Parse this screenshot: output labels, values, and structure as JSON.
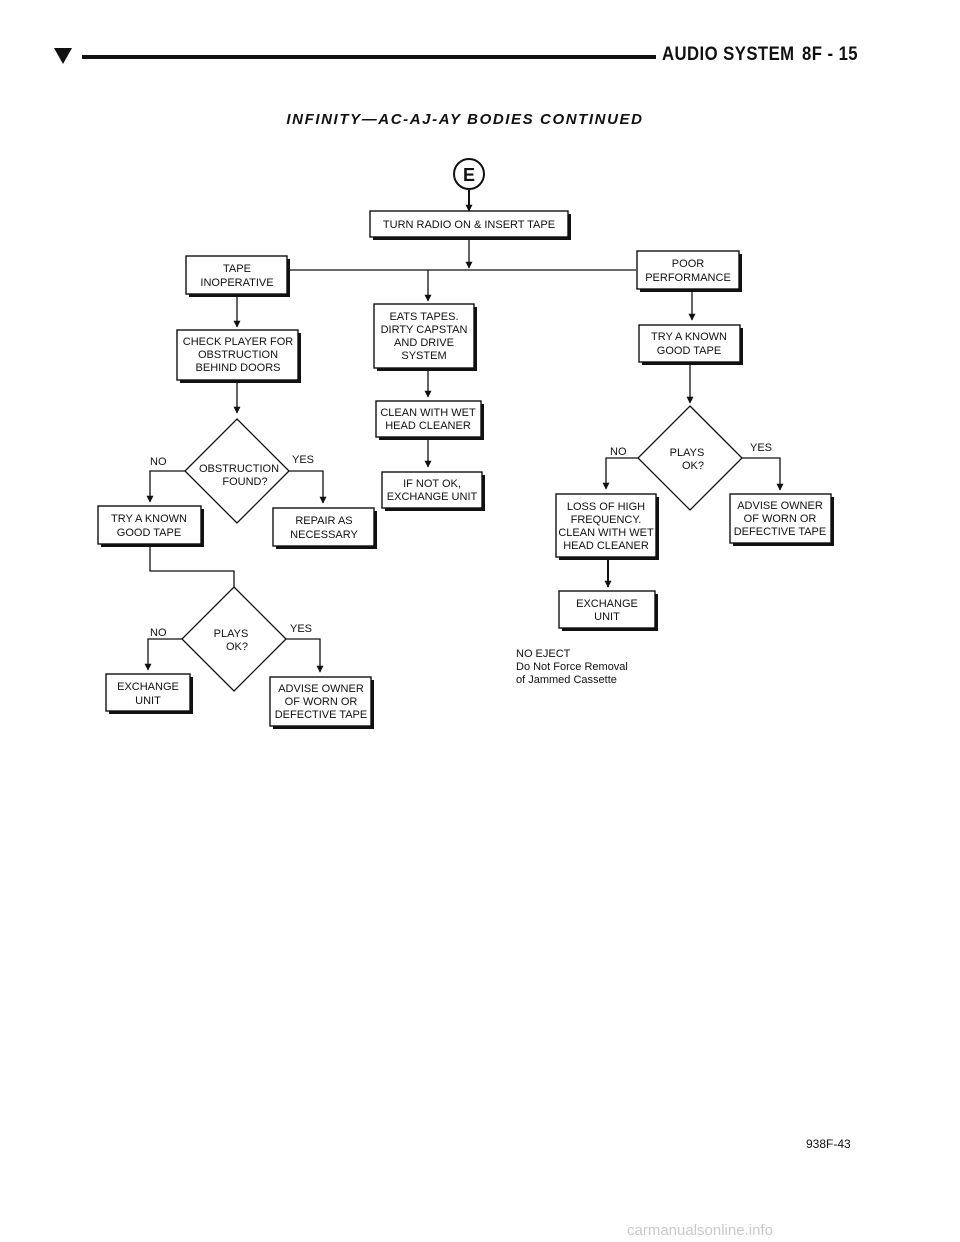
{
  "header": {
    "section": "AUDIO SYSTEM",
    "page": "8F - 15"
  },
  "title": "INFINITY—AC-AJ-AY BODIES CONTINUED",
  "flowchart": {
    "start_label": "E",
    "start": [
      "TURN RADIO ON & INSERT TAPE"
    ],
    "tape_inoperative": [
      "TAPE",
      "INOPERATIVE"
    ],
    "check_player": [
      "CHECK PLAYER FOR",
      "OBSTRUCTION",
      "BEHIND DOORS"
    ],
    "obstruction_found": [
      "OBSTRUCTION",
      "FOUND?"
    ],
    "try_known_tape_left": [
      "TRY A KNOWN",
      "GOOD TAPE"
    ],
    "repair": [
      "REPAIR AS",
      "NECESSARY"
    ],
    "plays_ok_left": [
      "PLAYS",
      "OK?"
    ],
    "exchange_left": [
      "EXCHANGE",
      "UNIT"
    ],
    "advise_left": [
      "ADVISE OWNER",
      "OF WORN OR",
      "DEFECTIVE TAPE"
    ],
    "eats_tapes": [
      "EATS TAPES.",
      "DIRTY CAPSTAN",
      "AND DRIVE",
      "SYSTEM"
    ],
    "clean_wet": [
      "CLEAN WITH WET",
      "HEAD CLEANER"
    ],
    "if_not_ok": [
      "IF NOT OK,",
      "EXCHANGE UNIT"
    ],
    "poor_performance": [
      "POOR",
      "PERFORMANCE"
    ],
    "try_known_tape_right": [
      "TRY A KNOWN",
      "GOOD TAPE"
    ],
    "plays_ok_right": [
      "PLAYS",
      "OK?"
    ],
    "loss_high_freq": [
      "LOSS OF HIGH",
      "FREQUENCY.",
      "CLEAN WITH WET",
      "HEAD CLEANER"
    ],
    "advise_right": [
      "ADVISE OWNER",
      "OF WORN OR",
      "DEFECTIVE TAPE"
    ],
    "exchange_right": [
      "EXCHANGE",
      "UNIT"
    ],
    "no_label": "NO",
    "yes_label": "YES",
    "no_eject": [
      "NO EJECT",
      "Do Not Force Removal",
      "of Jammed Cassette"
    ]
  },
  "figure_code": "938F-43",
  "watermark": "carmanualsonline.info"
}
